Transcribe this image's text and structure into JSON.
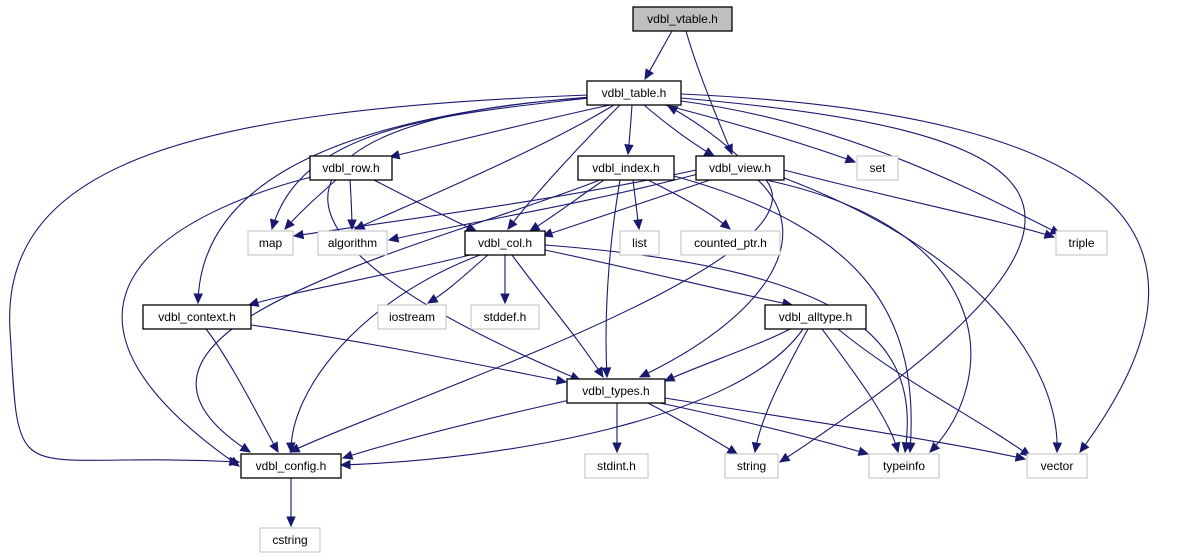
{
  "diagram": {
    "title": "",
    "colors": {
      "edge": "#191970",
      "root_fill": "#bfbfbf",
      "project_border": "#000000",
      "external_border": "#bfbfbf",
      "background": "#ffffff"
    },
    "nodes": [
      {
        "id": "vdbl_vtable",
        "label": "vdbl_vtable.h",
        "kind": "root"
      },
      {
        "id": "vdbl_table",
        "label": "vdbl_table.h",
        "kind": "project"
      },
      {
        "id": "vdbl_row",
        "label": "vdbl_row.h",
        "kind": "project"
      },
      {
        "id": "vdbl_index",
        "label": "vdbl_index.h",
        "kind": "project"
      },
      {
        "id": "vdbl_view",
        "label": "vdbl_view.h",
        "kind": "project"
      },
      {
        "id": "set",
        "label": "set",
        "kind": "external"
      },
      {
        "id": "map",
        "label": "map",
        "kind": "external"
      },
      {
        "id": "algorithm",
        "label": "algorithm",
        "kind": "external"
      },
      {
        "id": "vdbl_col",
        "label": "vdbl_col.h",
        "kind": "project"
      },
      {
        "id": "list",
        "label": "list",
        "kind": "external"
      },
      {
        "id": "counted_ptr",
        "label": "counted_ptr.h",
        "kind": "external"
      },
      {
        "id": "triple",
        "label": "triple",
        "kind": "external"
      },
      {
        "id": "vdbl_context",
        "label": "vdbl_context.h",
        "kind": "project"
      },
      {
        "id": "iostream",
        "label": "iostream",
        "kind": "external"
      },
      {
        "id": "stddef",
        "label": "stddef.h",
        "kind": "external"
      },
      {
        "id": "vdbl_alltype",
        "label": "vdbl_alltype.h",
        "kind": "project"
      },
      {
        "id": "vdbl_types",
        "label": "vdbl_types.h",
        "kind": "project"
      },
      {
        "id": "vdbl_config",
        "label": "vdbl_config.h",
        "kind": "project"
      },
      {
        "id": "stdint",
        "label": "stdint.h",
        "kind": "external"
      },
      {
        "id": "string",
        "label": "string",
        "kind": "external"
      },
      {
        "id": "typeinfo",
        "label": "typeinfo",
        "kind": "external"
      },
      {
        "id": "vector",
        "label": "vector",
        "kind": "external"
      },
      {
        "id": "cstring",
        "label": "cstring",
        "kind": "external"
      }
    ],
    "edges": [
      {
        "from": "vdbl_vtable",
        "to": "vdbl_table"
      },
      {
        "from": "vdbl_vtable",
        "to": "vdbl_view"
      },
      {
        "from": "vdbl_table",
        "to": "vdbl_row"
      },
      {
        "from": "vdbl_table",
        "to": "vdbl_index"
      },
      {
        "from": "vdbl_table",
        "to": "vdbl_view"
      },
      {
        "from": "vdbl_table",
        "to": "set"
      },
      {
        "from": "vdbl_table",
        "to": "map"
      },
      {
        "from": "vdbl_table",
        "to": "algorithm"
      },
      {
        "from": "vdbl_table",
        "to": "vdbl_col"
      },
      {
        "from": "vdbl_table",
        "to": "triple"
      },
      {
        "from": "vdbl_table",
        "to": "vdbl_context"
      },
      {
        "from": "vdbl_table",
        "to": "vdbl_types"
      },
      {
        "from": "vdbl_table",
        "to": "vdbl_config"
      },
      {
        "from": "vdbl_table",
        "to": "string"
      },
      {
        "from": "vdbl_table",
        "to": "vector"
      },
      {
        "from": "vdbl_view",
        "to": "vdbl_table"
      },
      {
        "from": "vdbl_row",
        "to": "map"
      },
      {
        "from": "vdbl_row",
        "to": "algorithm"
      },
      {
        "from": "vdbl_row",
        "to": "vdbl_col"
      },
      {
        "from": "vdbl_row",
        "to": "vdbl_config"
      },
      {
        "from": "vdbl_index",
        "to": "vdbl_col"
      },
      {
        "from": "vdbl_index",
        "to": "list"
      },
      {
        "from": "vdbl_index",
        "to": "counted_ptr"
      },
      {
        "from": "vdbl_index",
        "to": "vdbl_types"
      },
      {
        "from": "vdbl_index",
        "to": "typeinfo"
      },
      {
        "from": "vdbl_index",
        "to": "vdbl_config"
      },
      {
        "from": "vdbl_view",
        "to": "map"
      },
      {
        "from": "vdbl_view",
        "to": "algorithm"
      },
      {
        "from": "vdbl_view",
        "to": "vdbl_col"
      },
      {
        "from": "vdbl_view",
        "to": "triple"
      },
      {
        "from": "vdbl_view",
        "to": "vdbl_types"
      },
      {
        "from": "vdbl_view",
        "to": "vdbl_config"
      },
      {
        "from": "vdbl_view",
        "to": "typeinfo"
      },
      {
        "from": "vdbl_view",
        "to": "vector"
      },
      {
        "from": "vdbl_col",
        "to": "vdbl_context"
      },
      {
        "from": "vdbl_col",
        "to": "iostream"
      },
      {
        "from": "vdbl_col",
        "to": "stddef"
      },
      {
        "from": "vdbl_col",
        "to": "vdbl_alltype"
      },
      {
        "from": "vdbl_col",
        "to": "vdbl_types"
      },
      {
        "from": "vdbl_col",
        "to": "vdbl_config"
      },
      {
        "from": "vdbl_col",
        "to": "typeinfo"
      },
      {
        "from": "vdbl_context",
        "to": "vdbl_types"
      },
      {
        "from": "vdbl_context",
        "to": "vdbl_config"
      },
      {
        "from": "vdbl_alltype",
        "to": "vdbl_types"
      },
      {
        "from": "vdbl_alltype",
        "to": "vdbl_config"
      },
      {
        "from": "vdbl_alltype",
        "to": "string"
      },
      {
        "from": "vdbl_alltype",
        "to": "typeinfo"
      },
      {
        "from": "vdbl_alltype",
        "to": "vector"
      },
      {
        "from": "vdbl_types",
        "to": "vdbl_config"
      },
      {
        "from": "vdbl_types",
        "to": "stdint"
      },
      {
        "from": "vdbl_types",
        "to": "string"
      },
      {
        "from": "vdbl_types",
        "to": "typeinfo"
      },
      {
        "from": "vdbl_types",
        "to": "vector"
      },
      {
        "from": "vdbl_config",
        "to": "cstring"
      }
    ]
  }
}
